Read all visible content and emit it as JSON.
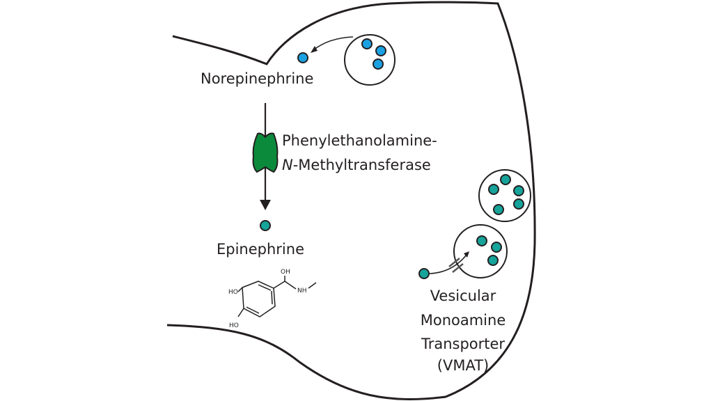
{
  "diagram": {
    "title": "Synthesis of epinephrine from norepinephrine",
    "labels": {
      "norepinephrine": "Norepinephrine",
      "enzyme_line1": "Phenylethanolamine-",
      "enzyme_line2_italic": "N",
      "enzyme_line2_rest": "-Methyltransferase",
      "epinephrine": "Epinephrine",
      "vmat_line1": "Vesicular",
      "vmat_line2": "Monoamine",
      "vmat_line3": "Transporter",
      "vmat_line4": "(VMAT)"
    },
    "structure_labels": {
      "oh_top": "OH",
      "nh": "NH",
      "ho_upper": "HO",
      "ho_lower": "HO"
    },
    "colors": {
      "norepinephrine": "#1ba1e2",
      "epinephrine": "#16a39a",
      "enzyme": "#0b8a3c",
      "outline": "#231f20"
    },
    "molecule_counts": {
      "norepinephrine_vesicle": 3,
      "epinephrine_vesicle_full": 5,
      "epinephrine_vesicle_filling": 3
    }
  }
}
